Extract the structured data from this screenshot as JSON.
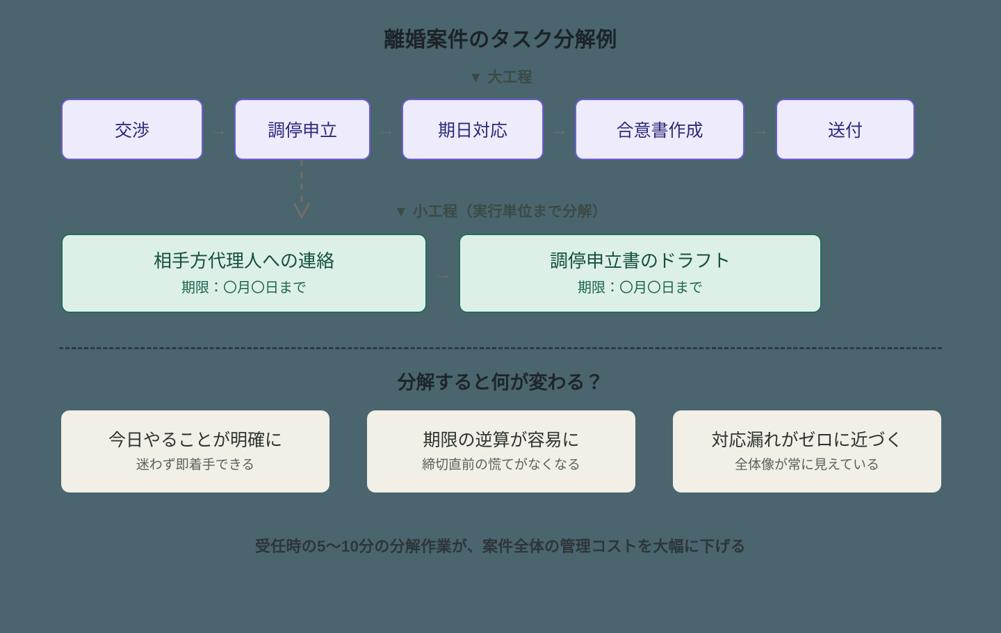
{
  "title": "離婚案件のタスク分解例",
  "background_color": "#4a656e",
  "sections": {
    "major_label": "▼ 大工程",
    "minor_label": "▼ 小工程（実行単位まで分解）",
    "benefits_label": "分解すると何が変わる？"
  },
  "major_steps": {
    "arrow_glyph": "→",
    "accent_fill": "#eeecfc",
    "accent_border": "#6c5fd2",
    "text_color": "#2a2a7a",
    "items": [
      {
        "label": "交渉"
      },
      {
        "label": "調停申立"
      },
      {
        "label": "期日対応"
      },
      {
        "label": "合意書作成"
      },
      {
        "label": "送付"
      }
    ]
  },
  "minor_steps": {
    "arrow_glyph": "→",
    "accent_fill": "#ddf0e8",
    "accent_border": "#236d59",
    "text_color": "#14503f",
    "items": [
      {
        "title": "相手方代理人への連絡",
        "deadline": "期限：〇月〇日まで"
      },
      {
        "title": "調停申立書のドラフト",
        "deadline": "期限：〇月〇日まで"
      }
    ]
  },
  "benefits": {
    "card_fill": "#f2efe7",
    "items": [
      {
        "title": "今日やることが明確に",
        "detail": "迷わず即着手できる"
      },
      {
        "title": "期限の逆算が容易に",
        "detail": "締切直前の慌てがなくなる"
      },
      {
        "title": "対応漏れがゼロに近づく",
        "detail": "全体像が常に見えている"
      }
    ]
  },
  "footer_note": "受任時の5〜10分の分解作業が、案件全体の管理コストを大幅に下げる"
}
